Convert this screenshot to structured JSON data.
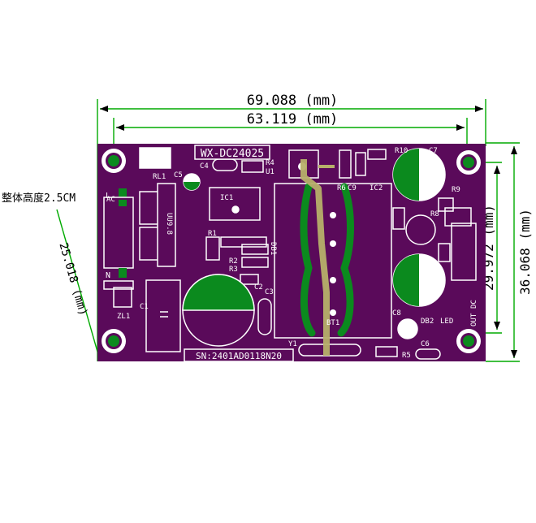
{
  "colors": {
    "board": "#5a0a5a",
    "silk": "#ffffff",
    "copper": "#0b8a1e",
    "trace": "#b7b06a",
    "dim": "#00aa00",
    "label_bg": "#ffffff"
  },
  "dimensions": {
    "width_overall": "69.088 (mm)",
    "width_holes": "63.119 (mm)",
    "height_holes": "29.972 (mm)",
    "height_overall": "36.068 (mm)",
    "hole_diameter_note": "25.018 (mm)",
    "thickness_note": "整体高度2.5CM"
  },
  "board": {
    "model": "WX-DC24025",
    "serial": "SN:2401AD0118N20",
    "labels": {
      "rl1": "RL1",
      "c5": "C5",
      "c4": "C4",
      "r4": "R4",
      "u1": "U1",
      "r6": "R6",
      "c9": "C9",
      "ic2": "IC2",
      "r10": "R10",
      "c7": "C7",
      "ic1": "IC1",
      "r9": "R9",
      "l": "L",
      "n": "N",
      "ac": "AC",
      "r1": "R1",
      "r2": "R2",
      "r3": "R3",
      "db1": "DB1",
      "c2": "C2",
      "c3": "C3",
      "zl1": "ZL1",
      "c1": "C1",
      "r8": "R8",
      "c8": "C8",
      "db2": "DB2",
      "led": "LED",
      "r5": "R5",
      "c6": "C6",
      "y1": "Y1",
      "bt1": "BT1",
      "out": "OUT",
      "dc": "DC",
      "fuse": "UU9.8"
    }
  }
}
